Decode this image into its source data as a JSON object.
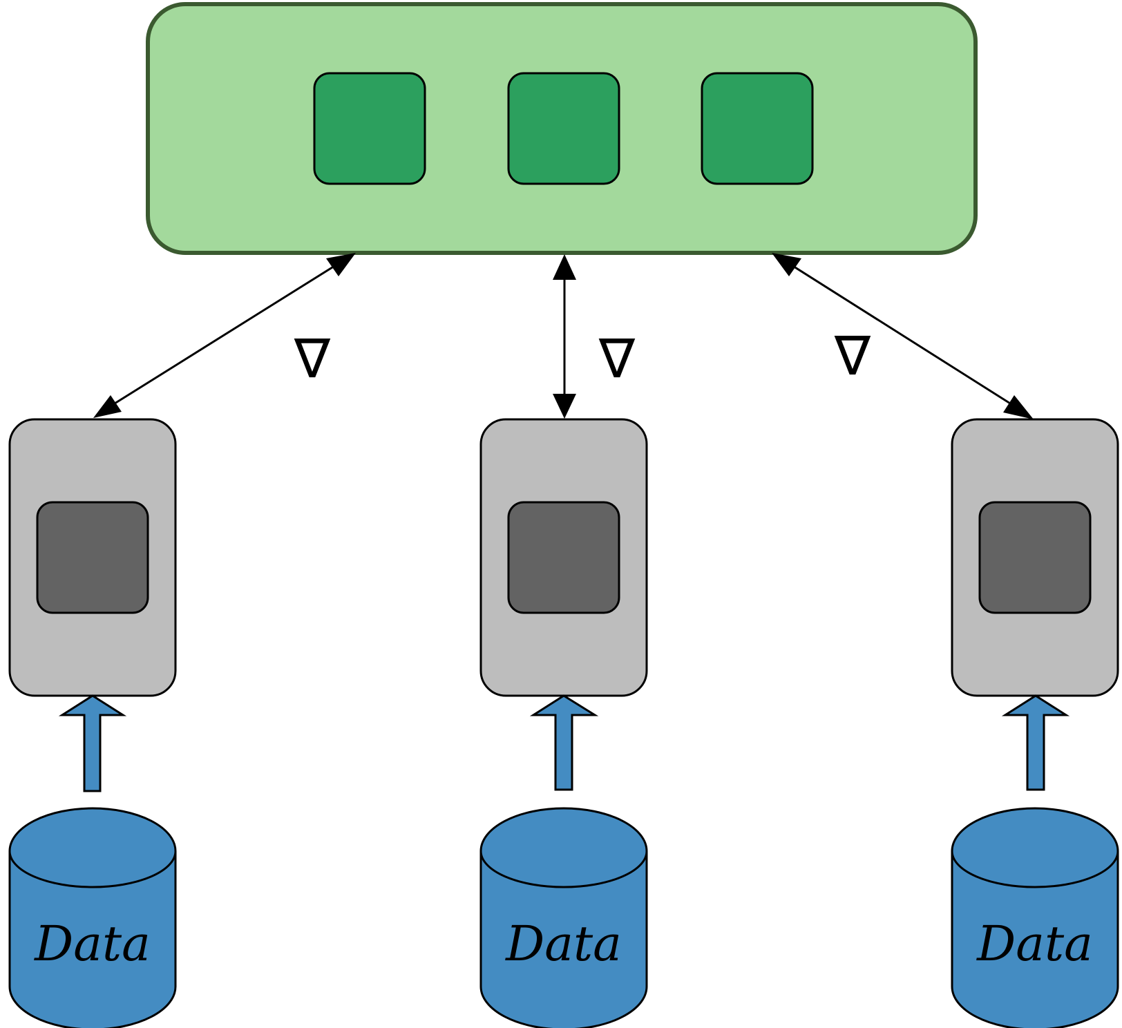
{
  "colors": {
    "server_fill": "#a3d99c",
    "server_stroke": "#3b5a30",
    "server_module_fill": "#2ca05e",
    "client_fill": "#bdbdbd",
    "client_module_fill": "#636363",
    "data_fill": "#448cc2",
    "stroke": "#000000"
  },
  "server": {
    "modules": [
      {
        "id": "m1"
      },
      {
        "id": "m2"
      },
      {
        "id": "m3"
      }
    ]
  },
  "gradient_symbol": "∇",
  "clients": [
    {
      "data_label": "Data"
    },
    {
      "data_label": "Data"
    },
    {
      "data_label": "Data"
    }
  ]
}
